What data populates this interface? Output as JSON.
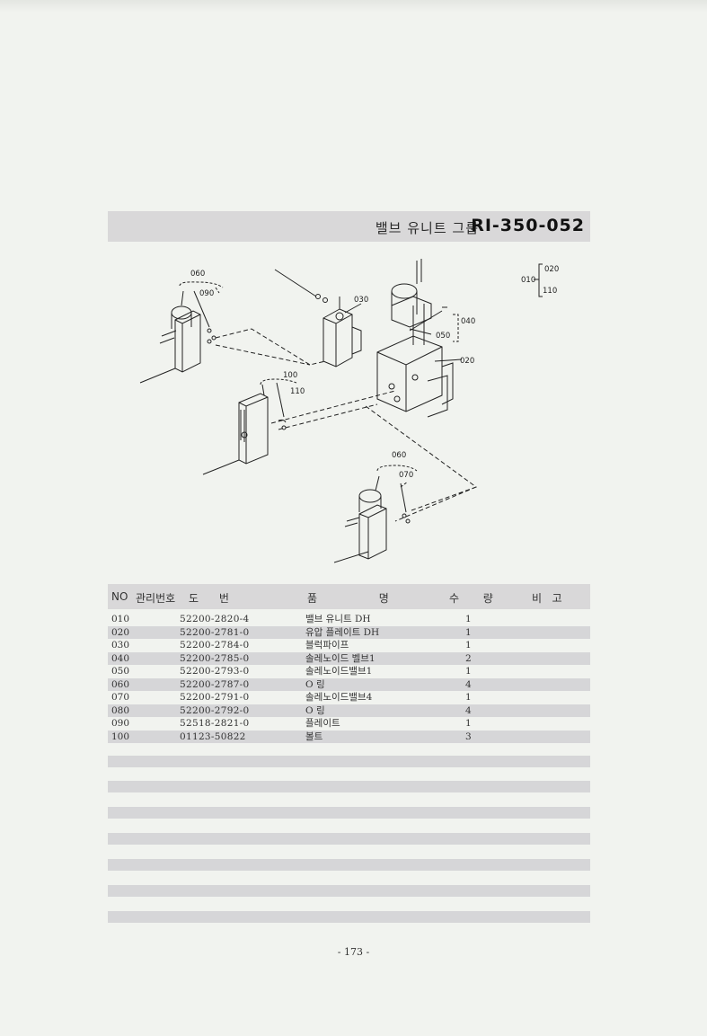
{
  "header": {
    "title_ko": "밸브 유니트 그룹",
    "title_code": "RI-350-052"
  },
  "diagram_labels": {
    "l010": "010",
    "l020a": "020",
    "l110a": "110",
    "l060a": "060",
    "l090": "090",
    "l030": "030",
    "l040": "040",
    "l050": "050",
    "l020b": "020",
    "l100": "100",
    "l110b": "110",
    "l060b": "060",
    "l070": "070"
  },
  "table": {
    "columns": {
      "no": "NO",
      "mgmt": "관리번호",
      "drawing": "도      번",
      "name": "품                  명",
      "qty": "수       량",
      "remark": "비   고"
    },
    "rows": [
      {
        "no": "010",
        "drawing": "52200-2820-4",
        "name": "밸브 유니트 DH",
        "qty": "1"
      },
      {
        "no": "020",
        "drawing": "52200-2781-0",
        "name": "유압 플레이트 DH",
        "qty": "1"
      },
      {
        "no": "030",
        "drawing": "52200-2784-0",
        "name": "블럭파이프",
        "qty": "1"
      },
      {
        "no": "040",
        "drawing": "52200-2785-0",
        "name": "솔레노이드 벨브1",
        "qty": "2"
      },
      {
        "no": "050",
        "drawing": "52200-2793-0",
        "name": "솔레노이드밸브1",
        "qty": "1"
      },
      {
        "no": "060",
        "drawing": "52200-2787-0",
        "name": "O 링",
        "qty": "4"
      },
      {
        "no": "070",
        "drawing": "52200-2791-0",
        "name": "솔레노이드밸브4",
        "qty": "1"
      },
      {
        "no": "080",
        "drawing": "52200-2792-0",
        "name": "O 링",
        "qty": "4"
      },
      {
        "no": "090",
        "drawing": "52518-2821-0",
        "name": "플레이트",
        "qty": "1"
      },
      {
        "no": "100",
        "drawing": "01123-50822",
        "name": "볼트",
        "qty": "3"
      }
    ]
  },
  "footer": {
    "page": "- 173 -"
  }
}
